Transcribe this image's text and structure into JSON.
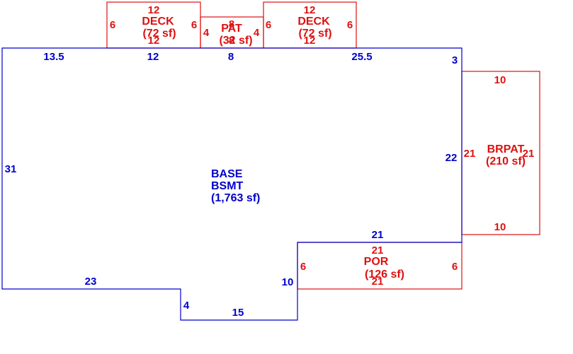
{
  "colors": {
    "base": "#0000cc",
    "addon": "#dd1111",
    "background": "#ffffff"
  },
  "areas": {
    "base": {
      "name_lines": [
        "BASE",
        "BSMT"
      ],
      "area": "(1,763 sf)",
      "dims": {
        "top_a": "13.5",
        "top_b": "12",
        "top_c": "8",
        "top_d": "25.5",
        "right_step": "3",
        "right": "22",
        "step_in": "21",
        "bottom_right": "10",
        "bottom_mid": "15",
        "bottom_step": "4",
        "bottom_left": "23",
        "left": "31"
      }
    },
    "deck_left": {
      "name": "DECK",
      "area": "(72 sf)",
      "top": "12",
      "bottom": "12",
      "left": "6",
      "right": "6"
    },
    "patio": {
      "name": "PAT",
      "area": "(32 sf)",
      "top": "8",
      "bottom": "8",
      "left": "4",
      "right": "4"
    },
    "deck_right": {
      "name": "DECK",
      "area": "(72 sf)",
      "top": "12",
      "bottom": "12",
      "left": "6",
      "right": "6"
    },
    "brick_patio": {
      "name": "BRPAT",
      "area": "(210 sf)",
      "top": "10",
      "bottom": "10",
      "left": "21",
      "right": "21"
    },
    "porch": {
      "name": "POR",
      "area": "(126 sf)",
      "top": "21",
      "bottom": "21",
      "left": "6",
      "right": "6"
    }
  }
}
